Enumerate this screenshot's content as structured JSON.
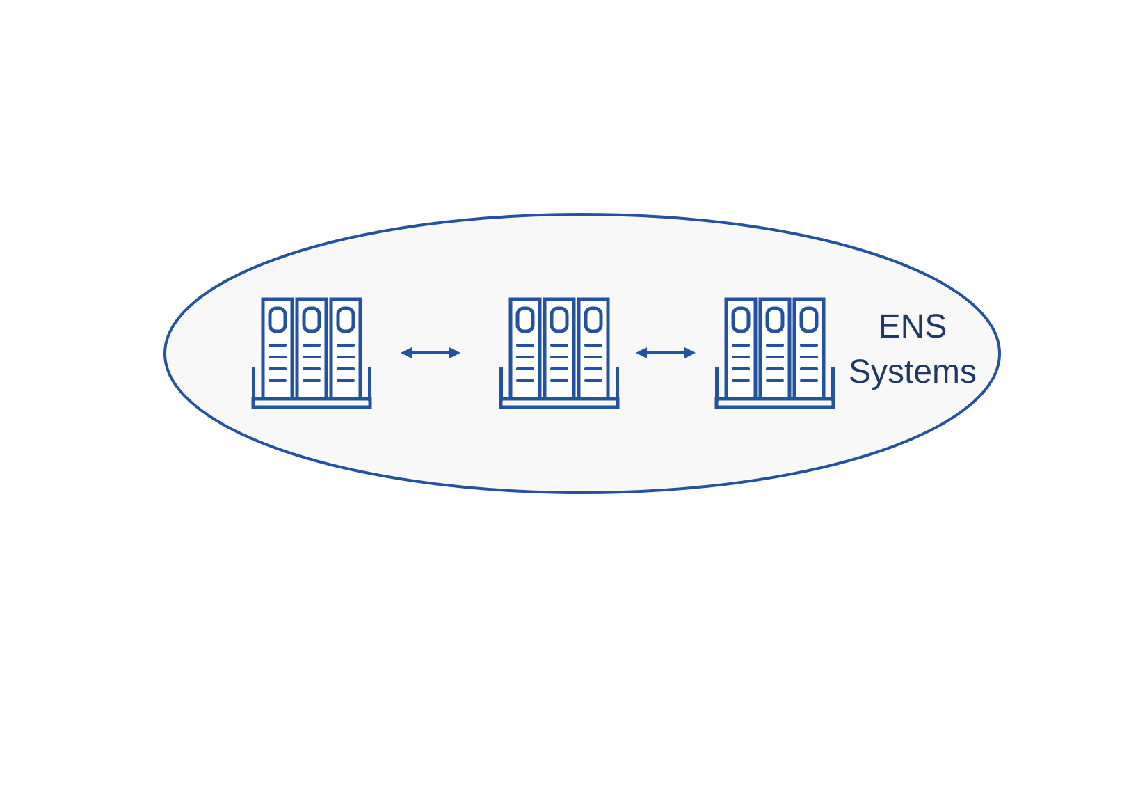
{
  "diagram": {
    "label": {
      "line1": "ENS",
      "line2": "Systems"
    },
    "colors": {
      "shape": "#2353a0",
      "text": "#1f3864",
      "ellipse_fill": "#f8f8f8",
      "background": "#ffffff"
    },
    "nodes": [
      {
        "id": "ens-system-1",
        "icon": "server-rack-icon"
      },
      {
        "id": "ens-system-2",
        "icon": "server-rack-icon"
      },
      {
        "id": "ens-system-3",
        "icon": "server-rack-icon"
      }
    ],
    "connections": [
      {
        "from": "ens-system-1",
        "to": "ens-system-2",
        "type": "bidirectional-arrow"
      },
      {
        "from": "ens-system-2",
        "to": "ens-system-3",
        "type": "bidirectional-arrow"
      }
    ]
  }
}
